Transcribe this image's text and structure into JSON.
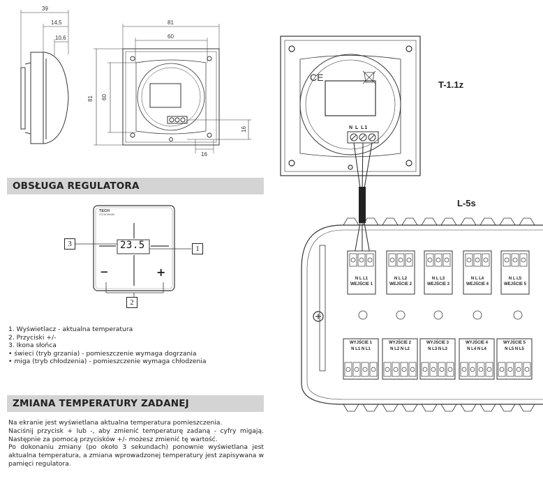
{
  "dimensions": {
    "side_depth": "39",
    "side_mid": "14,5",
    "side_small": "10,6",
    "front_width": "81",
    "front_inner_width": "60",
    "front_height": "81",
    "front_inner_height": "60",
    "terminal_height": "16",
    "terminal_width": "16"
  },
  "section_operation": {
    "title": "OBSŁUGA REGULATORA"
  },
  "panel": {
    "brand": "TECH",
    "brand_sub": "STEROWNIKI",
    "display_value": "23.5",
    "minus_symbol": "−",
    "plus_symbol": "+",
    "callout_1": "1",
    "callout_2": "2",
    "callout_3": "3"
  },
  "legend": {
    "item1": "1. Wyświetlacz - aktualna temperatura",
    "item2": "2. Przyciski +/-",
    "item3": "3. Ikona słońca",
    "bullet1": "•   świeci (tryb grzania) - pomieszczenie wymaga dogrzania",
    "bullet2": "•   miga (tryb chłodzenia) - pomieszczenie wymaga chłodzenia"
  },
  "section_setpoint": {
    "title": "ZMIANA TEMPERATURY ZADANEJ",
    "line1": "Na ekranie jest wyświetlana aktualna temperatura pomieszczenia.",
    "line2": "Naciśnij przycisk + lub -, aby zmienić temperaturę zadaną - cyfry migają. Następnie za pomocą przycisków +/- możesz zmienić tę wartość.",
    "line3": "Po dokonaniu zmiany (po około 3 sekundach) ponownie wyświetlana jest aktualna temperatura, a zmiana wprowadzonej temperatury jest zapisywana w pamięci regulatora."
  },
  "wiring": {
    "device_t": "T-1.1z",
    "device_l": "L-5s",
    "t_terminals": [
      "N",
      "L",
      "L1"
    ],
    "inputs": [
      "WEJŚCIE 1",
      "WEJŚCIE 2",
      "WEJŚCIE 3",
      "WEJŚCIE 4",
      "WEJŚCIE 5"
    ],
    "input_terms": [
      [
        "N",
        "L",
        "L1"
      ],
      [
        "N",
        "L",
        "L2"
      ],
      [
        "N",
        "L",
        "L3"
      ],
      [
        "N",
        "L",
        "L4"
      ],
      [
        "N",
        "L",
        "L5"
      ]
    ],
    "outputs": [
      "WYJŚCIE 1",
      "WYJŚCIE 2",
      "WYJŚCIE 3",
      "WYJŚCIE 4",
      "WYJŚCIE 5"
    ],
    "output_terms": [
      [
        "N",
        "L1",
        "N",
        "L1"
      ],
      [
        "N",
        "L2",
        "N",
        "L2"
      ],
      [
        "N",
        "L3",
        "N",
        "L3"
      ],
      [
        "N",
        "L4",
        "N",
        "L4"
      ],
      [
        "N",
        "L5",
        "N",
        "L5"
      ]
    ]
  }
}
